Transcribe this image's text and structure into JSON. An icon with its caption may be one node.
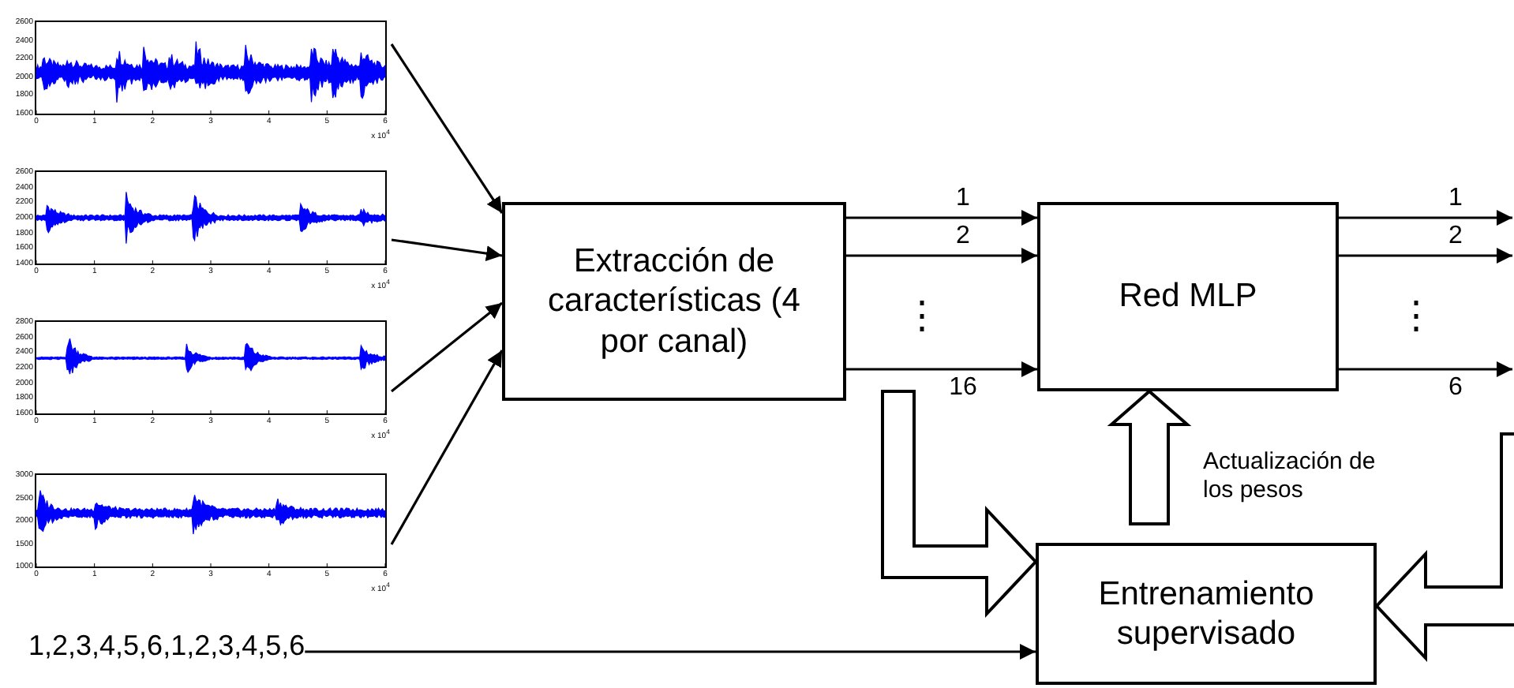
{
  "diagram": {
    "nodes": [
      {
        "text": [],
        "shape": "picture",
        "beside": [
          "2600",
          "2400",
          "2200",
          "2000",
          "1800",
          "1600",
          "0",
          "1",
          "2",
          "3",
          "4",
          "5",
          "6",
          "x 10$^{4}$"
        ]
      },
      {
        "text": [],
        "shape": "picture",
        "beside": [
          "2600",
          "2400",
          "2200",
          "2000",
          "1800",
          "1600",
          "1400",
          "0",
          "1",
          "2",
          "3",
          "4",
          "5",
          "6",
          "x 10$^{4}$"
        ]
      },
      {
        "text": [],
        "shape": "picture",
        "beside": [
          "2800",
          "2600",
          "2400",
          "2200",
          "2000",
          "1800",
          "1600",
          "0",
          "1",
          "2",
          "3",
          "4",
          "5",
          "6",
          "x 10$^{4}$"
        ]
      },
      {
        "text": [],
        "shape": "picture",
        "beside": [
          "3000",
          "2500",
          "2000",
          "1500",
          "1000",
          "0",
          "1",
          "2",
          "3",
          "4",
          "5",
          "6",
          "x 10$^{4}$"
        ]
      },
      {
        "text": [
          "Extracción de características (4 por canal)"
        ]
      },
      {
        "text": [
          "Red MLP"
        ]
      },
      {
        "text": [
          "Entrenamiento supervisado"
        ]
      },
      {
        "text": [
          "1,2,3,4,5,6,1,2,3,4,5,6"
        ]
      }
    ],
    "edges": [
      {
        "from": 0,
        "to": 4,
        "arrow": "to"
      },
      {
        "from": 1,
        "to": 4,
        "arrow": "to"
      },
      {
        "from": 2,
        "to": 4,
        "arrow": "to"
      },
      {
        "from": 3,
        "to": 4,
        "arrow": "to"
      },
      {
        "from": 4,
        "to": 5,
        "arrow": "to",
        "label": "1"
      },
      {
        "from": 4,
        "to": 5,
        "arrow": "to",
        "label": "2"
      },
      {
        "from": 4,
        "to": 5,
        "arrow": "to",
        "label": "16"
      },
      {
        "from": 5,
        "to": null,
        "arrow": "to",
        "label": "1"
      },
      {
        "from": 5,
        "to": null,
        "arrow": "to",
        "label": "2"
      },
      {
        "from": 5,
        "to": null,
        "arrow": "to",
        "label": "6"
      },
      {
        "from": 4,
        "to": 6,
        "arrow": "to",
        "style": "thick"
      },
      {
        "from": 6,
        "to": 5,
        "arrow": "to",
        "style": "thick",
        "label": "Actualización de los pesos"
      },
      {
        "from": null,
        "to": 6,
        "arrow": "to",
        "style": "thick"
      },
      {
        "from": 7,
        "to": 6,
        "arrow": "to"
      }
    ],
    "labels": [
      "⋮",
      "⋮"
    ]
  }
}
